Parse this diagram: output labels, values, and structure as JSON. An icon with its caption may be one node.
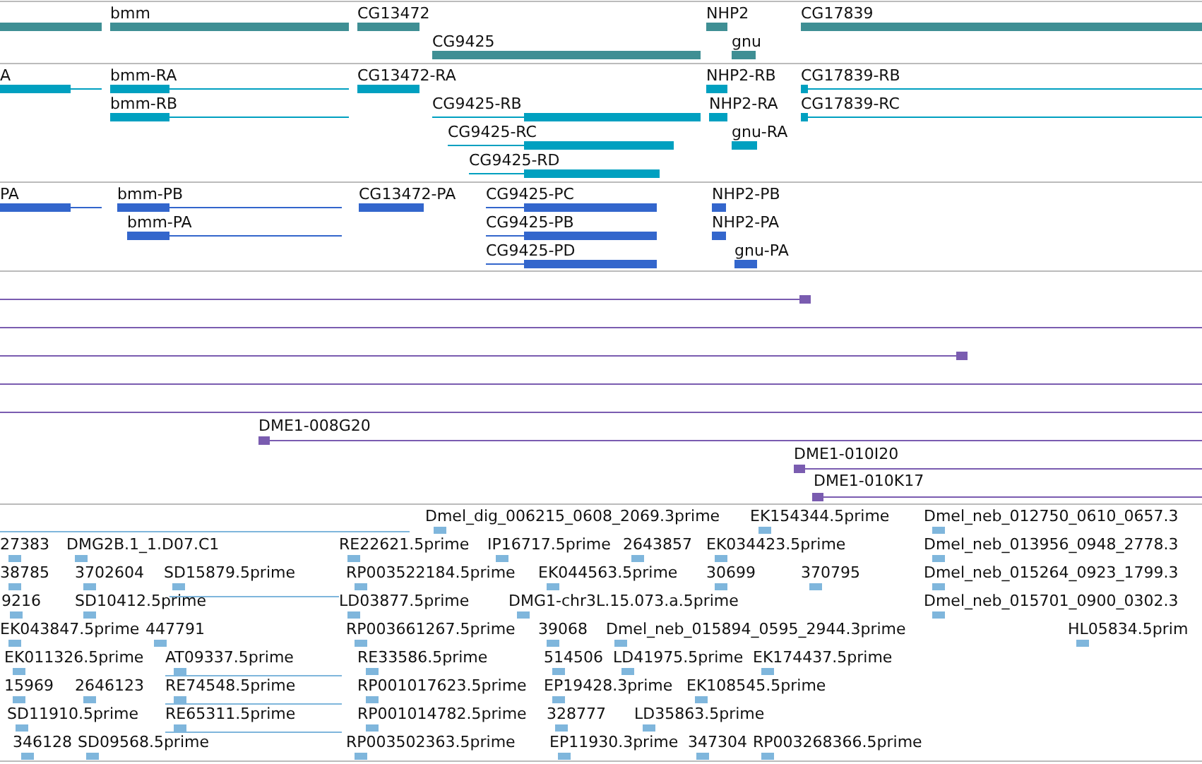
{
  "diagram": {
    "labels": [
      "bmm",
      "CG13472",
      "NHP2",
      "CG17839",
      "CG9425",
      "gnu",
      "A",
      "bmm-RA",
      "CG13472-RA",
      "NHP2-RB",
      "CG17839-RB",
      "bmm-RB",
      "CG9425-RB",
      "NHP2-RA",
      "CG17839-RC",
      "CG9425-RC",
      "gnu-RA",
      "CG9425-RD",
      "PA",
      "bmm-PB",
      "CG13472-PA",
      "CG9425-PC",
      "NHP2-PB",
      "bmm-PA",
      "CG9425-PB",
      "NHP2-PA",
      "CG9425-PD",
      "gnu-PA",
      "DME1-008G20",
      "DME1-010I20",
      "DME1-010K17",
      "Dmel_dig_006215_0608_2069.3prime",
      "EK154344.5prime",
      "Dmel_neb_012750_0610_0657.3",
      "27383",
      "DMG2B.1_1.D07.C1",
      "RE22621.5prime",
      "IP16717.5prime",
      "2643857",
      "EK034423.5prime",
      "Dmel_neb_013956_0948_2778.3",
      "38785",
      "3702604",
      "SD15879.5prime",
      "RP003522184.5prime",
      "EK044563.5prime",
      "30699",
      "370795",
      "Dmel_neb_015264_0923_1799.3",
      "9216",
      "SD10412.5prime",
      "LD03877.5prime",
      "DMG1-chr3L.15.073.a.5prime",
      "Dmel_neb_015701_0900_0302.3",
      "EK043847.5prime",
      "447791",
      "RP003661267.5prime",
      "39068",
      "Dmel_neb_015894_0595_2944.3prime",
      "HL05834.5prim",
      "EK011326.5prime",
      "AT09337.5prime",
      "RE33586.5prime",
      "514506",
      "LD41975.5prime",
      "EK174437.5prime",
      "15969",
      "2646123",
      "RE74548.5prime",
      "RP001017623.5prime",
      "EP19428.3prime",
      "EK108545.5prime",
      "SD11910.5prime",
      "RE65311.5prime",
      "RP001014782.5prime",
      "328777",
      "LD35863.5prime",
      "346128",
      "SD09568.5prime",
      "RP003502363.5prime",
      "EP11930.3prime",
      "347304",
      "RP003268366.5prime"
    ]
  }
}
